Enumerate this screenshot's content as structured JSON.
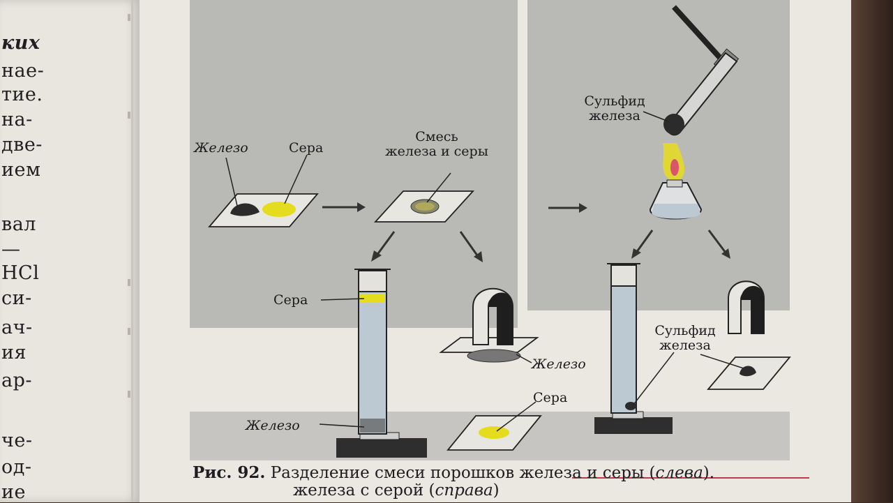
{
  "left_page": {
    "fragments": [
      "ких",
      "нае-",
      "тие.",
      "на-",
      "две-",
      "ием",
      "вал",
      "—",
      "HCl",
      "си-",
      "ач-",
      "ия",
      "ар-",
      "че-",
      "од-",
      "ие"
    ]
  },
  "figure": {
    "labels": {
      "iron_top": "Железо",
      "sulfur_top": "Сера",
      "mixture_line1": "Смесь",
      "mixture_line2": "железа и серы",
      "iron_sulfide_top_line1": "Сульфид",
      "iron_sulfide_top_line2": "железа",
      "sulfur_cylinder": "Сера",
      "iron_magnet": "Железо",
      "iron_cylinder": "Железо",
      "sulfur_plate": "Сера",
      "iron_sulfide_plate_line1": "Сульфид",
      "iron_sulfide_plate_line2": "железа"
    }
  },
  "caption": {
    "line1_prefix": "Рис. 92.",
    "line1_text": " Разделение смеси порошков железа и серы (",
    "line1_italic": "слева",
    "line1_end": ").",
    "line2_text": "железа с серой (",
    "line2_italic": "справа",
    "line2_end": ")"
  },
  "colors": {
    "sulfur": "#e6dc1e",
    "iron": "#2b2b2b",
    "water": "#bcc8d2",
    "page": "#ebe8e1",
    "accent_rule": "#c4364e"
  }
}
